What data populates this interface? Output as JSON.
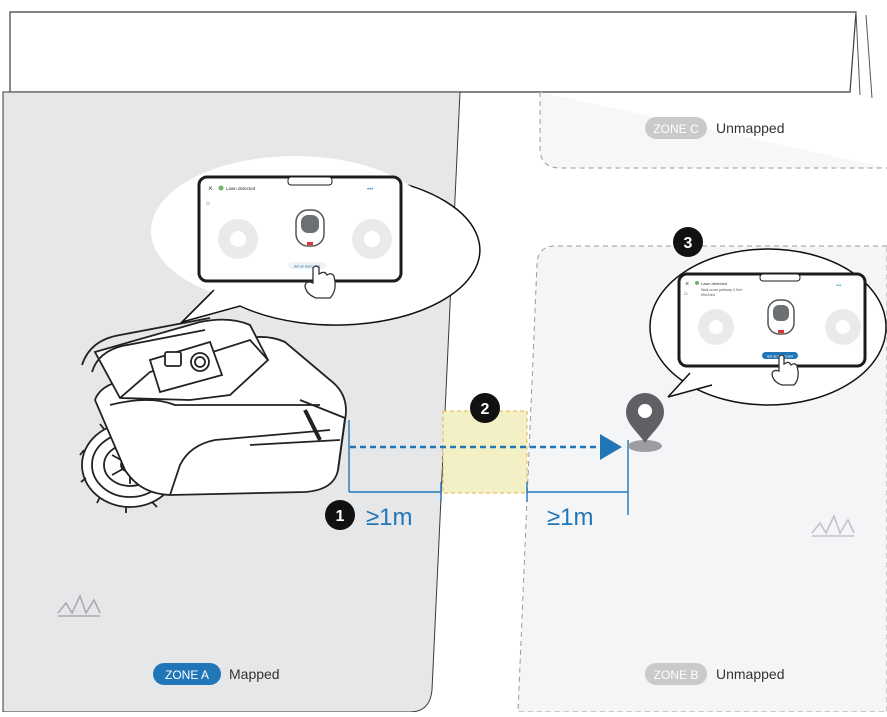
{
  "zones": {
    "zone_a": {
      "badge": "ZONE A",
      "status": "Mapped"
    },
    "zone_b": {
      "badge": "ZONE B",
      "status": "Unmapped"
    },
    "zone_c": {
      "badge": "ZONE C",
      "status": "Unmapped"
    }
  },
  "steps": {
    "step1": {
      "number": "1",
      "distance_label": "≥1m"
    },
    "step2": {
      "number": "2"
    },
    "step3": {
      "number": "3",
      "distance_label": "≥1m"
    }
  },
  "callout_left": {
    "notification": "Lawn detected",
    "button_label": "Set as start point"
  },
  "callout_right": {
    "notification": "Lawn detected",
    "subtext_line1": "Walk cross pathway 0.5m+",
    "subtext_line2": "Mid Area",
    "button_label": "Set as start point"
  },
  "colors": {
    "accent_blue": "#2176b8",
    "zone_a_fill": "#e6e7e8",
    "zone_b_fill": "#f4f5f7",
    "badge_grey": "#c8cacc",
    "pathway_fill": "#f2f0c4",
    "pathway_border": "#e3b54a",
    "marker": "#5e6064"
  }
}
